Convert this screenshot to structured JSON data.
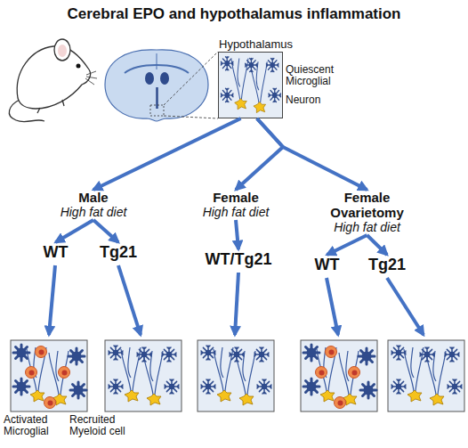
{
  "diagram": {
    "title": "Cerebral EPO and hypothalamus inflammation",
    "nodes": [
      {
        "text": [
          "Hypothalamus"
        ]
      },
      {
        "text": [
          "Male",
          "High fat diet"
        ]
      },
      {
        "text": [
          "Female",
          "High fat diet"
        ]
      },
      {
        "text": [
          "Female Ovarietomy",
          "High fat diet"
        ]
      },
      {
        "text": [
          "WT"
        ]
      },
      {
        "text": [
          "Tg21"
        ]
      },
      {
        "text": [
          "WT/Tg21"
        ]
      },
      {
        "text": [
          "WT"
        ]
      },
      {
        "text": [
          "Tg21"
        ]
      }
    ],
    "edges": [
      {
        "from": 0,
        "to": 1,
        "arrow": "to"
      },
      {
        "from": 0,
        "to": 2,
        "arrow": "to"
      },
      {
        "from": 0,
        "to": 3,
        "arrow": "to"
      },
      {
        "from": 1,
        "to": 4,
        "arrow": "to"
      },
      {
        "from": 1,
        "to": 5,
        "arrow": "to"
      },
      {
        "from": 2,
        "to": 6,
        "arrow": "to"
      },
      {
        "from": 3,
        "to": 7,
        "arrow": "to"
      },
      {
        "from": 3,
        "to": 8,
        "arrow": "to"
      }
    ],
    "labels": [
      "Quiescent Microglial",
      "Neuron",
      "Activated Microglial",
      "Recruited Myeloid cell"
    ]
  }
}
